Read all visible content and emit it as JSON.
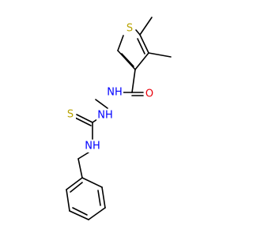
{
  "molecule": {
    "atoms": {
      "s_ring": "S",
      "o_carbonyl": "O",
      "nh_1": "NH",
      "nh_2": "NH",
      "s_thio": "S",
      "nh_benzyl": "NH"
    },
    "colors": {
      "bond": "#000000",
      "sulfur": "#B8A300",
      "oxygen": "#E8000B",
      "nitrogen": "#0000FF"
    }
  }
}
